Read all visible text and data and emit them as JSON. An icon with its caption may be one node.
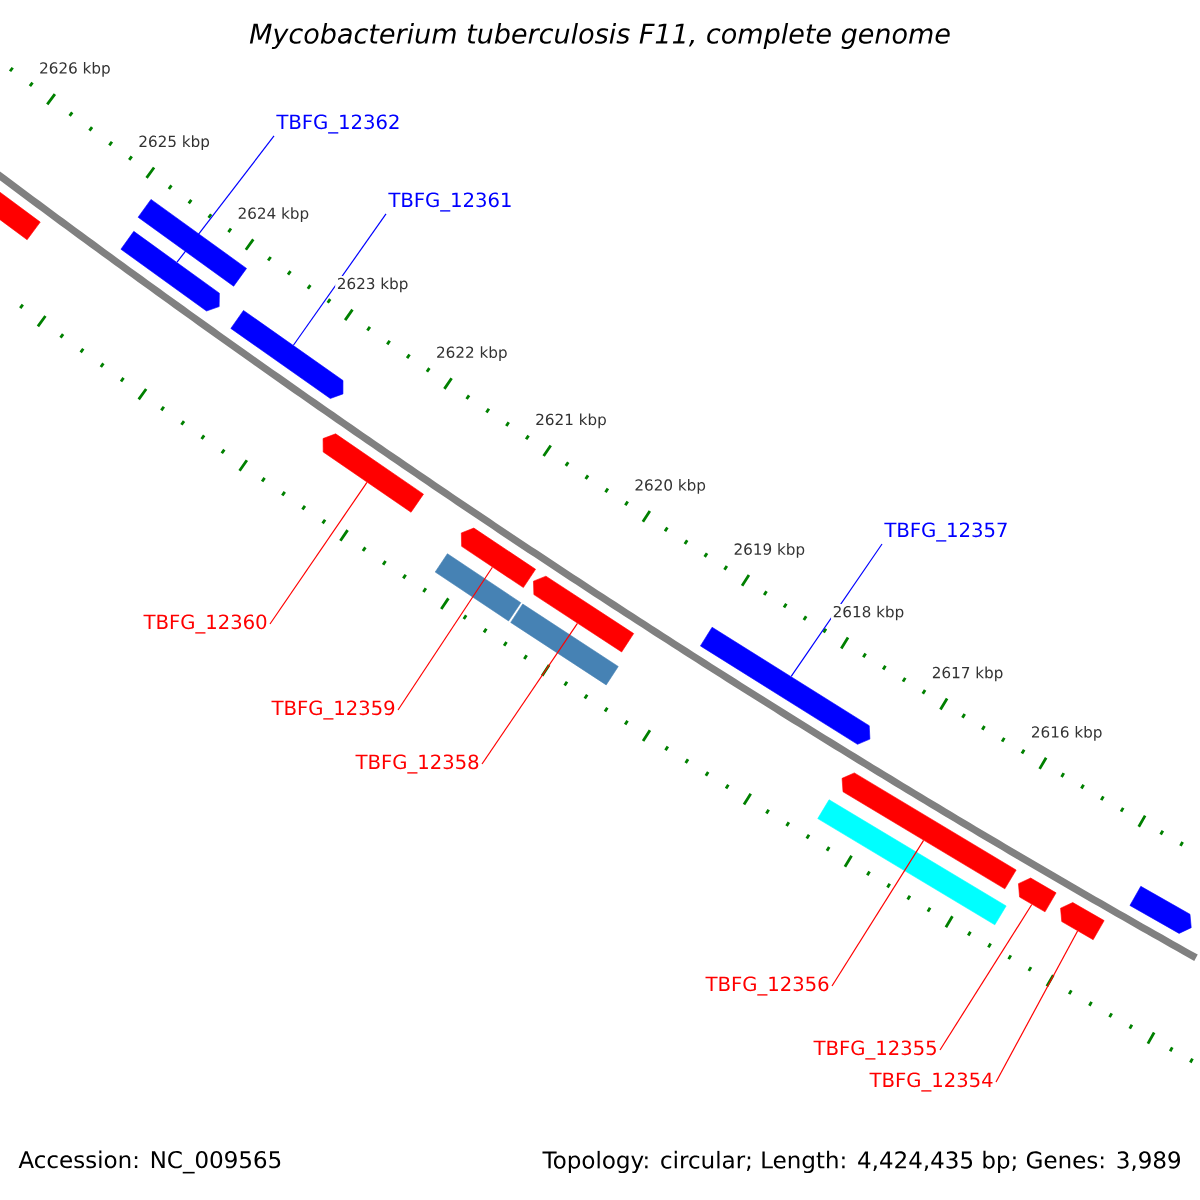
{
  "diagram": {
    "title": "Mycobacterium tuberculosis F11, complete genome",
    "nodes": [
      {
        "text": [],
        "shape": "bar"
      },
      {
        "text": [],
        "shape": "bar"
      },
      {
        "text": [],
        "shape": "arrow"
      },
      {
        "text": [],
        "shape": "arrow"
      },
      {
        "text": [],
        "shape": "arrow"
      },
      {
        "text": [],
        "shape": "arrow"
      },
      {
        "text": [],
        "shape": "arrow"
      },
      {
        "text": [],
        "shape": "bar"
      },
      {
        "text": [],
        "shape": "bar"
      },
      {
        "text": [],
        "shape": "arrow"
      },
      {
        "text": [],
        "shape": "arrow"
      },
      {
        "text": [],
        "shape": "bar"
      },
      {
        "text": [],
        "shape": "arrow"
      },
      {
        "text": [],
        "shape": "arrow"
      },
      {
        "text": [],
        "shape": "arrow"
      },
      {
        "text": [
          "TBFG_12362"
        ]
      },
      {
        "text": [
          "TBFG_12361"
        ]
      },
      {
        "text": [
          "TBFG_12360"
        ]
      },
      {
        "text": [
          "TBFG_12359"
        ]
      },
      {
        "text": [
          "TBFG_12358"
        ]
      },
      {
        "text": [
          "TBFG_12357"
        ]
      },
      {
        "text": [
          "TBFG_12356"
        ]
      },
      {
        "text": [
          "TBFG_12355"
        ]
      },
      {
        "text": [
          "TBFG_12354"
        ]
      }
    ],
    "edges": [
      {
        "from": 15,
        "to": 2,
        "arrow": "none",
        "color": "#0000ff"
      },
      {
        "from": 16,
        "to": 3,
        "arrow": "none",
        "color": "#0000ff"
      },
      {
        "from": 17,
        "to": 4,
        "arrow": "none"
      },
      {
        "from": 18,
        "to": 5,
        "arrow": "none"
      },
      {
        "from": 19,
        "to": 6,
        "arrow": "none"
      },
      {
        "from": 20,
        "to": 9,
        "arrow": "none",
        "color": "#0000ff"
      },
      {
        "from": 21,
        "to": 10,
        "arrow": "none"
      },
      {
        "from": 22,
        "to": 12,
        "arrow": "none"
      },
      {
        "from": 23,
        "to": 13,
        "arrow": "none"
      }
    ],
    "labels": [
      "2626 kbp",
      "2625 kbp",
      "2624 kbp",
      "2623 kbp",
      "2622 kbp",
      "2621 kbp",
      "2620 kbp",
      "2619 kbp",
      "2618 kbp",
      "2617 kbp",
      "2616 kbp",
      "Accession: NC_009565",
      "Topology: circular; Length: 4,424,435 bp; Genes: 3,989"
    ]
  }
}
